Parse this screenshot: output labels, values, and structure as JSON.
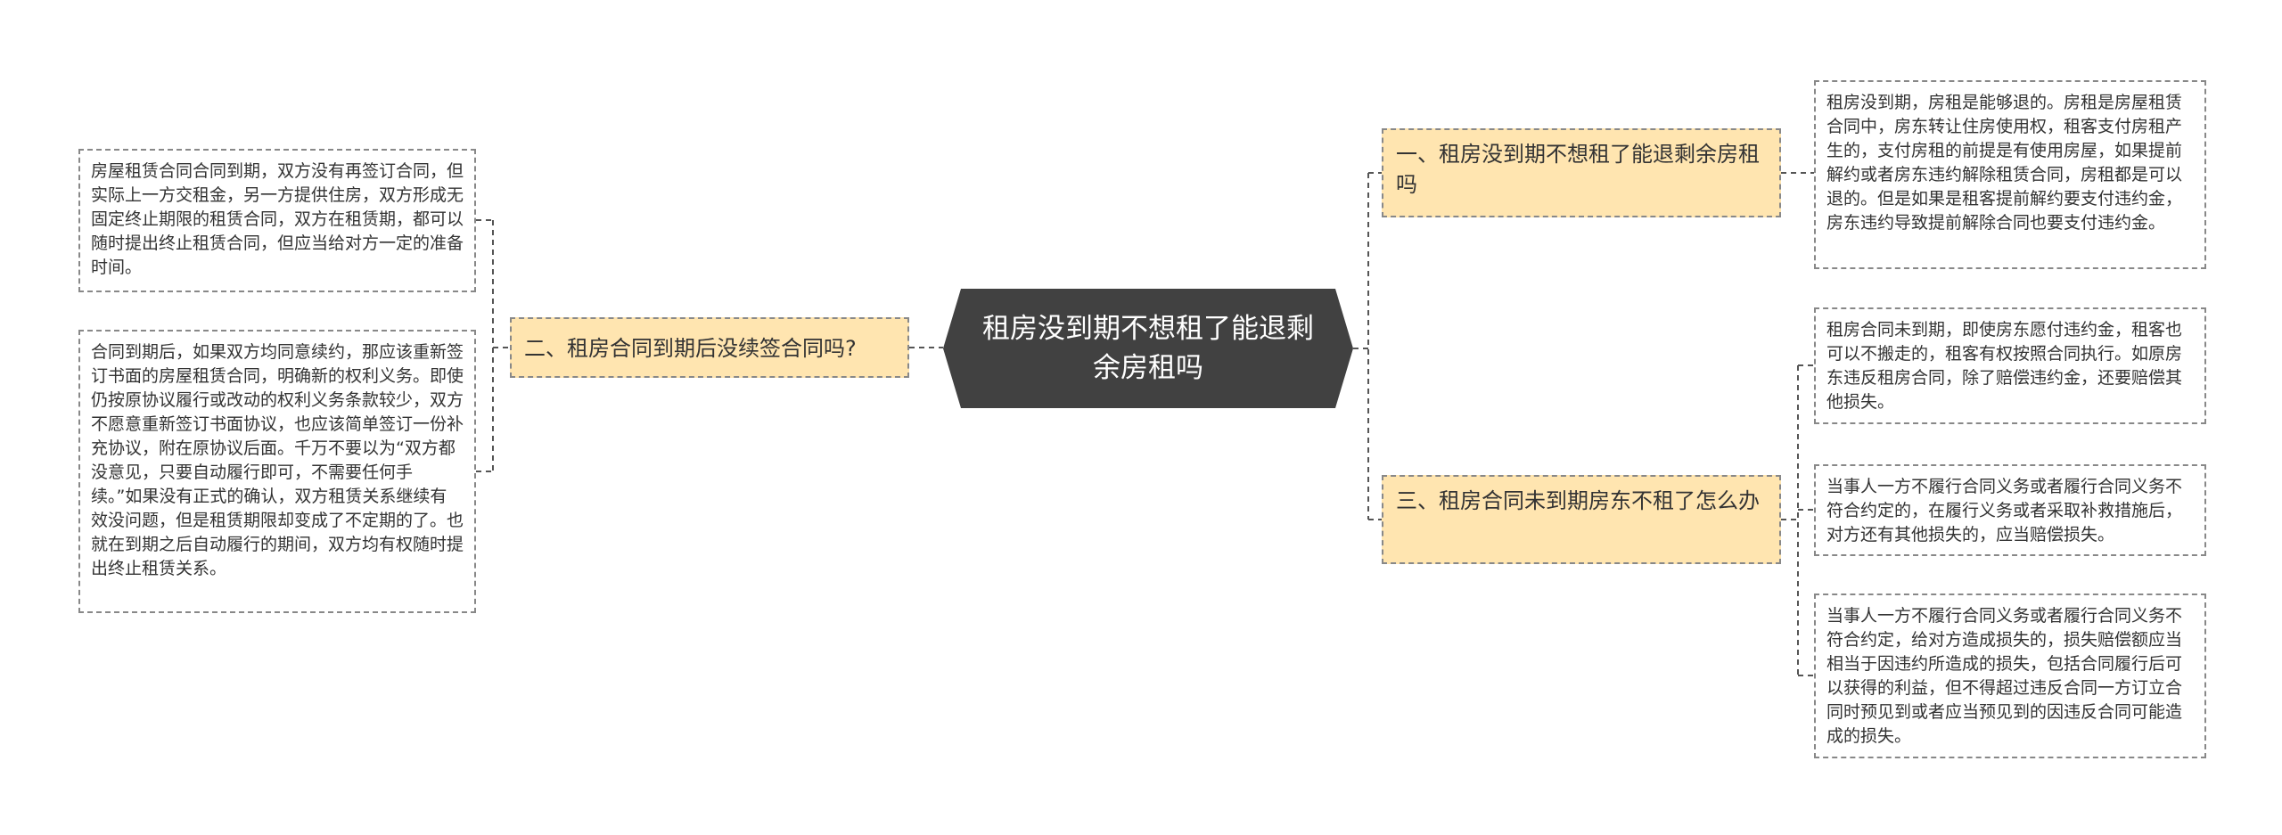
{
  "central": {
    "title": "租房没到期不想租了能退剩余房租吗"
  },
  "branches": [
    {
      "label": "一、租房没到期不想租了能退剩余房租吗",
      "leaves": [
        "租房没到期，房租是能够退的。房租是房屋租赁合同中，房东转让住房使用权，租客支付房租产生的，支付房租的前提是有使用房屋，如果提前解约或者房东违约解除租赁合同，房租都是可以退的。但是如果是租客提前解约要支付违约金，房东违约导致提前解除合同也要支付违约金。"
      ]
    },
    {
      "label": "二、租房合同到期后没续签合同吗?",
      "leaves": [
        "房屋租赁合同合同到期，双方没有再签订合同，但实际上一方交租金，另一方提供住房，双方形成无固定终止期限的租赁合同，双方在租赁期，都可以随时提出终止租赁合同，但应当给对方一定的准备时间。",
        "合同到期后，如果双方均同意续约，那应该重新签订书面的房屋租赁合同，明确新的权利义务。即使仍按原协议履行或改动的权利义务条款较少，双方不愿意重新签订书面协议，也应该简单签订一份补充协议，附在原协议后面。千万不要以为“双方都没意见，只要自动履行即可，不需要任何手续。”如果没有正式的确认，双方租赁关系继续有效没问题，但是租赁期限却变成了不定期的了。也就在到期之后自动履行的期间，双方均有权随时提出终止租赁关系。"
      ]
    },
    {
      "label": "三、租房合同未到期房东不租了怎么办",
      "leaves": [
        "租房合同未到期，即使房东愿付违约金，租客也可以不搬走的，租客有权按照合同执行。如原房东违反租房合同，除了赔偿违约金，还要赔偿其他损失。",
        "当事人一方不履行合同义务或者履行合同义务不符合约定的，在履行义务或者采取补救措施后，对方还有其他损失的，应当赔偿损失。",
        "当事人一方不履行合同义务或者履行合同义务不符合约定，给对方造成损失的，损失赔偿额应当相当于因违约所造成的损失，包括合同履行后可以获得的利益，但不得超过违反合同一方订立合同时预见到或者应当预见到的因违反合同可能造成的损失。"
      ]
    }
  ],
  "colors": {
    "central_fill": "#414141",
    "branch_fill": "#ffe5b0",
    "leaf_fill": "#ffffff",
    "connector": "#555555",
    "border": "#888888"
  }
}
